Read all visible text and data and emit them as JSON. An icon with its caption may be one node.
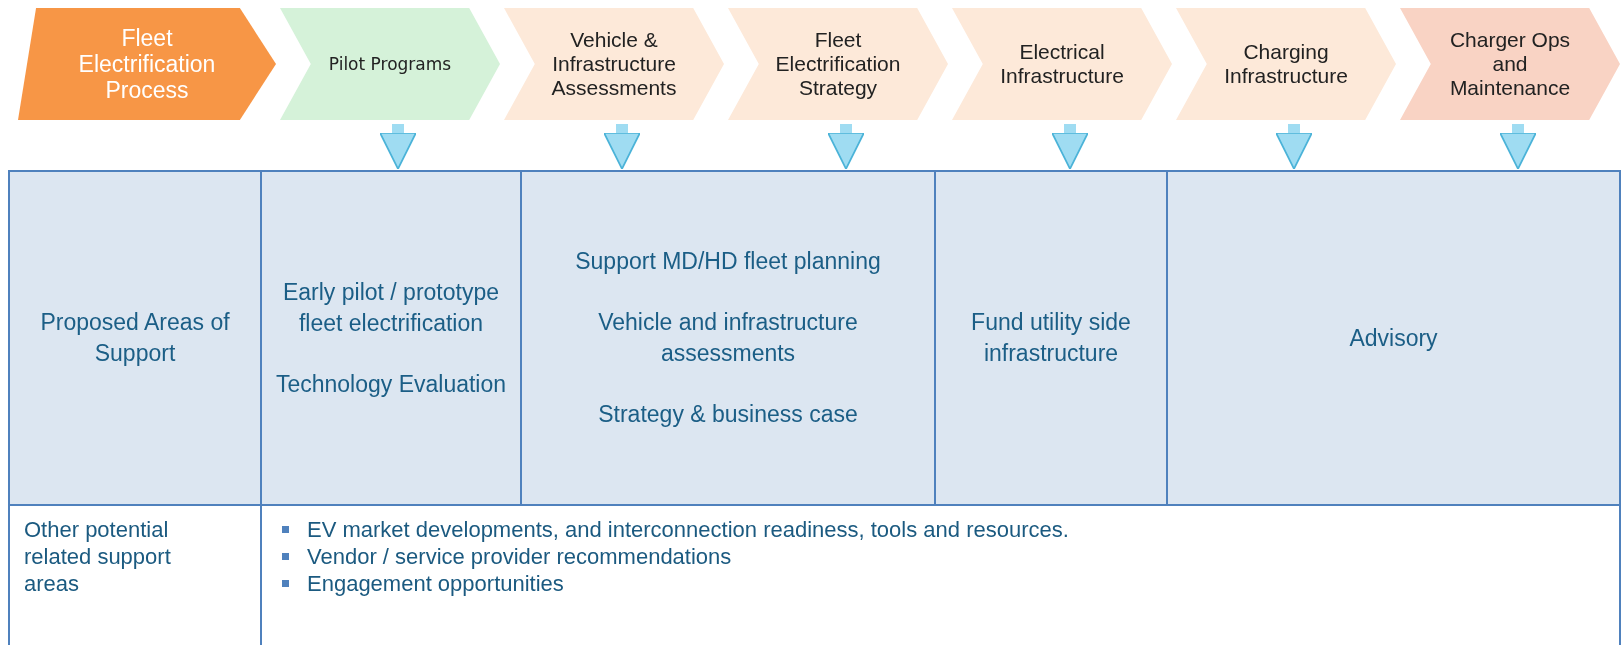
{
  "diagram": {
    "nodes": [
      {
        "text": [
          "Fleet Electrification Process"
        ]
      },
      {
        "text": [
          "Pilot Programs"
        ]
      },
      {
        "text": [
          "Vehicle & Infrastructure Assessments"
        ]
      },
      {
        "text": [
          "Fleet Electrification Strategy"
        ]
      },
      {
        "text": [
          "Electrical Infrastructure"
        ]
      },
      {
        "text": [
          "Charging Infrastructure"
        ]
      },
      {
        "text": [
          "Charger Ops and Maintenance"
        ]
      },
      {
        "text": [
          "Proposed Areas of Support"
        ]
      },
      {
        "text": [
          "Early pilot / prototype fleet electrification",
          "Technology Evaluation"
        ]
      },
      {
        "text": [
          "Support MD/HD fleet planning",
          "Vehicle and infrastructure assessments",
          "Strategy & business case"
        ]
      },
      {
        "text": [
          "Fund utility side infrastructure"
        ]
      },
      {
        "text": [
          "Advisory"
        ]
      },
      {
        "text": [
          "Other potential related support areas"
        ]
      },
      {
        "text": [
          "EV market developments, and interconnection readiness, tools and resources.",
          "Vendor / service provider recommendations",
          "Engagement opportunities"
        ]
      }
    ],
    "edges": [
      {
        "from": 1,
        "to": 8,
        "arrow": "to"
      },
      {
        "from": 2,
        "to": 9,
        "arrow": "to"
      },
      {
        "from": 3,
        "to": 9,
        "arrow": "to"
      },
      {
        "from": 4,
        "to": 10,
        "arrow": "to"
      },
      {
        "from": 5,
        "to": 11,
        "arrow": "to"
      },
      {
        "from": 6,
        "to": 11,
        "arrow": "to"
      }
    ]
  }
}
